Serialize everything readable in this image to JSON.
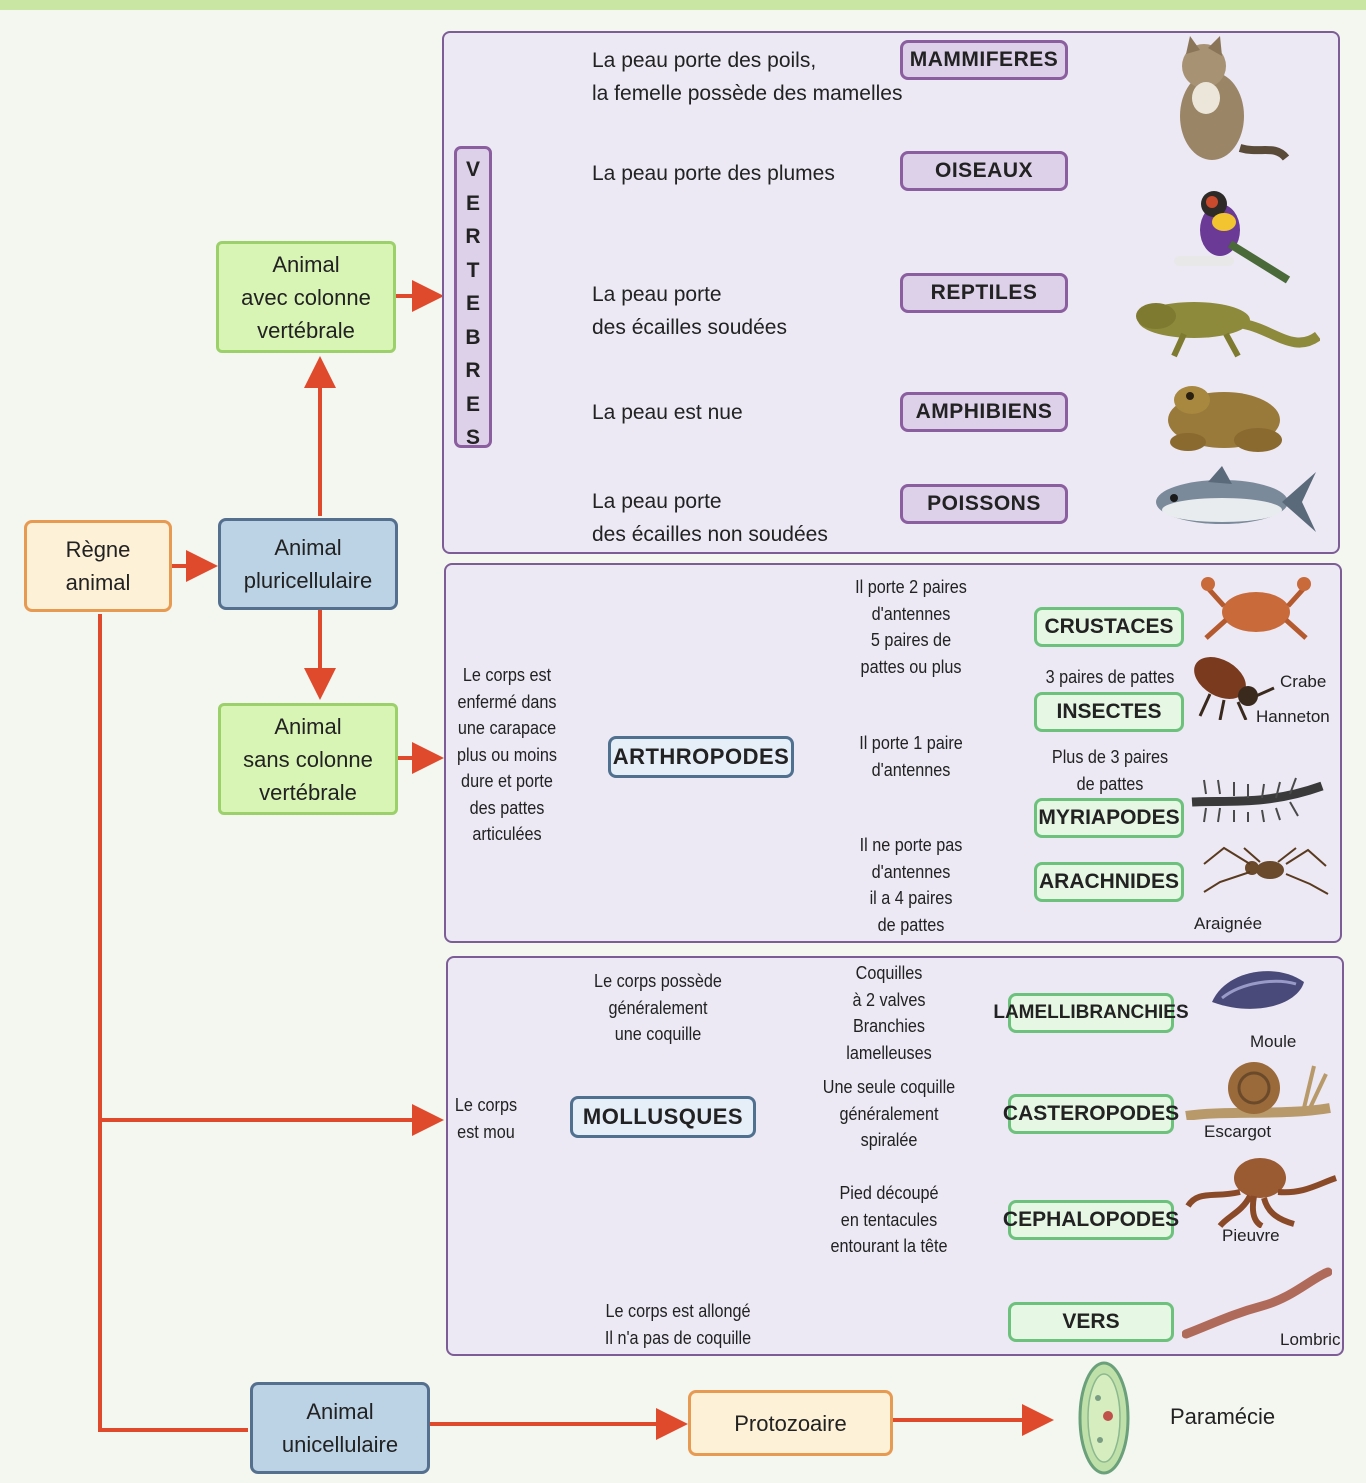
{
  "root": {
    "regne": "Règne\nanimal"
  },
  "nodes": {
    "pluricellulaire": "Animal\npluricellulaire",
    "avec_colonne": "Animal\navec colonne\nvertébrale",
    "sans_colonne": "Animal\nsans colonne\nvertébrale",
    "unicellulaire": "Animal\nunicellulaire",
    "protozoaire": "Protozoaire",
    "paramecie": "Paramécie"
  },
  "vertebres": {
    "label": "VERTEBRES",
    "rows": [
      {
        "criterion": "La peau porte des poils,\nla femelle possède des mamelles",
        "class": "MAMMIFERES",
        "image": "cat"
      },
      {
        "criterion": "La peau porte des plumes",
        "class": "OISEAUX",
        "image": "bird"
      },
      {
        "criterion": "La peau porte\ndes écailles soudées",
        "class": "REPTILES",
        "image": "lizard"
      },
      {
        "criterion": "La peau est nue",
        "class": "AMPHIBIENS",
        "image": "toad"
      },
      {
        "criterion": "La peau porte\ndes écailles non soudées",
        "class": "POISSONS",
        "image": "fish"
      }
    ]
  },
  "arthropodes": {
    "description": "Le corps est\nenfermé dans\nune carapace\nplus ou moins\ndure et porte\ndes pattes\narticulées",
    "label": "ARTHROPODES",
    "crit_crustaces": "Il porte 2 paires\nd'antennes\n5 paires de\npattes ou plus",
    "crit_1_antenne": "Il porte 1 paire\nd'antennes",
    "crit_arachnides": "Il ne porte pas\nd'antennes\nil a 4 paires\nde pattes",
    "crit_insectes": "3 paires de pattes",
    "crit_myriapodes": "Plus de 3 paires\nde pattes",
    "classes": [
      "CRUSTACES",
      "INSECTES",
      "MYRIAPODES",
      "ARACHNIDES"
    ],
    "animals": {
      "crabe": "Crabe",
      "hanneton": "Hanneton",
      "araignee": "Araignée"
    }
  },
  "mollusques": {
    "description": "Le corps\nest mou",
    "crit_coquille": "Le corps possède\ngénéralement\nune coquille",
    "label": "MOLLUSQUES",
    "crit_lamelli": "Coquilles\nà 2 valves\nBranchies\nlamelleuses",
    "crit_gastero": "Une seule coquille\ngénéralement\nspiralée",
    "crit_cephalo": "Pied découpé\nen tentacules\nentourant la tête",
    "crit_vers": "Le corps est allongé\nIl n'a pas de coquille",
    "classes": [
      "LAMELLIBRANCHIES",
      "CASTEROPODES",
      "CEPHALOPODES",
      "VERS"
    ],
    "animals": {
      "moule": "Moule",
      "escargot": "Escargot",
      "pieuvre": "Pieuvre",
      "lombric": "Lombric"
    }
  },
  "colors": {
    "red_arrow": "#e04a2c",
    "yellow_arrow": "#eec72f",
    "panel_border": "#7d5d96"
  }
}
